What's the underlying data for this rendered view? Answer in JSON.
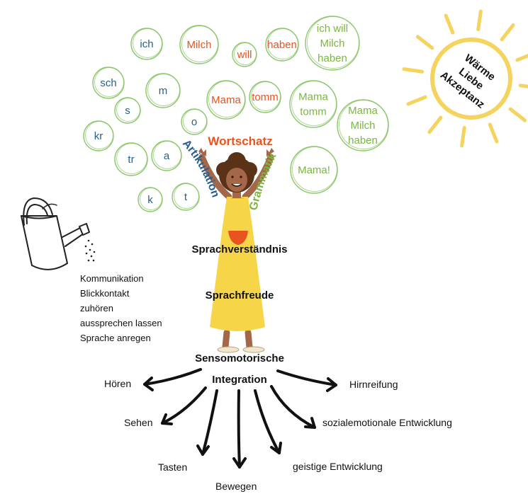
{
  "colors": {
    "bubble_stroke": "#8cc66a",
    "blue": "#2a5f8c",
    "orange": "#e8531f",
    "green": "#7ab640",
    "sun": "#f4d35e",
    "dress": "#f6d648",
    "skin": "#a5674a",
    "text_dark": "#111111"
  },
  "bubbles": [
    {
      "lines": [
        "ich"
      ],
      "color": "blue"
    },
    {
      "lines": [
        "Milch"
      ],
      "color": "orange"
    },
    {
      "lines": [
        "will"
      ],
      "color": "orange"
    },
    {
      "lines": [
        "haben"
      ],
      "color": "orange"
    },
    {
      "lines": [
        "ich will",
        "Milch",
        "haben"
      ],
      "color": "green"
    },
    {
      "lines": [
        "sch"
      ],
      "color": "blue"
    },
    {
      "lines": [
        "m"
      ],
      "color": "blue"
    },
    {
      "lines": [
        "s"
      ],
      "color": "blue"
    },
    {
      "lines": [
        "Mama"
      ],
      "color": "orange"
    },
    {
      "lines": [
        "tomm"
      ],
      "color": "orange"
    },
    {
      "lines": [
        "Mama",
        "tomm"
      ],
      "color": "green"
    },
    {
      "lines": [
        "Mama",
        "Milch",
        "haben"
      ],
      "color": "green"
    },
    {
      "lines": [
        "kr"
      ],
      "color": "blue"
    },
    {
      "lines": [
        "o"
      ],
      "color": "blue"
    },
    {
      "lines": [
        "tr"
      ],
      "color": "blue"
    },
    {
      "lines": [
        "a"
      ],
      "color": "blue"
    },
    {
      "lines": [
        "Mama!"
      ],
      "color": "green"
    },
    {
      "lines": [
        "k"
      ],
      "color": "blue"
    },
    {
      "lines": [
        "t"
      ],
      "color": "blue"
    }
  ],
  "sun_words": [
    "Wärme",
    "Liebe",
    "Akzeptanz"
  ],
  "labels": {
    "wortschatz": "Wortschatz",
    "artikulation": "Artikulation",
    "grammatik": "Grammatik",
    "sprachverstaendnis": "Sprachverständnis",
    "sprachfreude": "Sprachfreude",
    "sensomotorisch_1": "Sensomotorische",
    "sensomotorisch_2": "Integration"
  },
  "care_list": [
    "Kommunikation",
    "Blickkontakt",
    "zuhören",
    "aussprechen lassen",
    "Sprache anregen"
  ],
  "roots": [
    "Hören",
    "Sehen",
    "Tasten",
    "Bewegen",
    "geistige Entwicklung",
    "sozialemotionale Entwicklung",
    "Hirnreifung"
  ]
}
